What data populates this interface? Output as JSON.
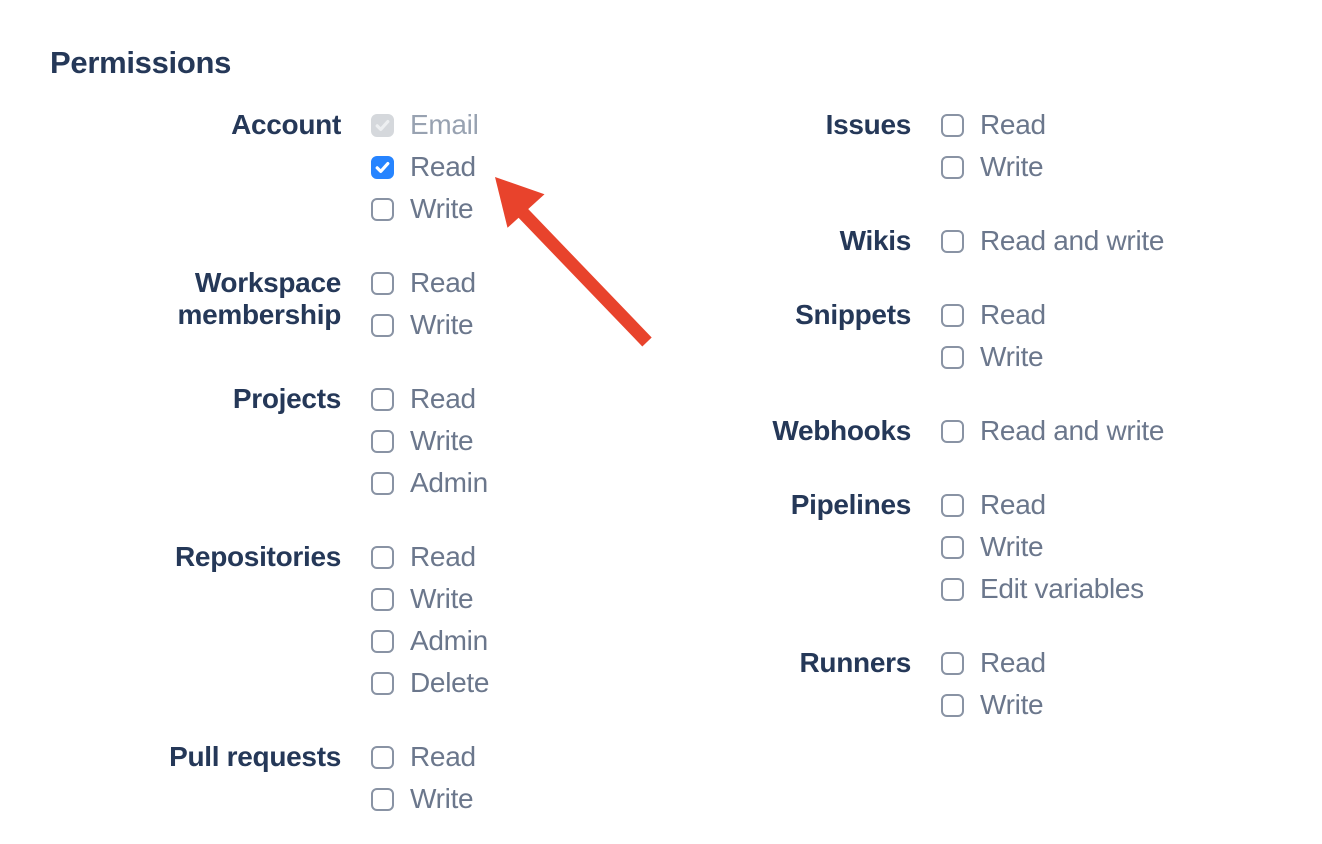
{
  "permissions": {
    "title": "Permissions",
    "columns": [
      {
        "side": "left",
        "groups": [
          {
            "label": "Account",
            "options": [
              {
                "label": "Email",
                "checked": true,
                "disabled": true
              },
              {
                "label": "Read",
                "checked": true,
                "disabled": false
              },
              {
                "label": "Write",
                "checked": false,
                "disabled": false
              }
            ]
          },
          {
            "label": "Workspace membership",
            "options": [
              {
                "label": "Read",
                "checked": false,
                "disabled": false
              },
              {
                "label": "Write",
                "checked": false,
                "disabled": false
              }
            ]
          },
          {
            "label": "Projects",
            "options": [
              {
                "label": "Read",
                "checked": false,
                "disabled": false
              },
              {
                "label": "Write",
                "checked": false,
                "disabled": false
              },
              {
                "label": "Admin",
                "checked": false,
                "disabled": false
              }
            ]
          },
          {
            "label": "Repositories",
            "options": [
              {
                "label": "Read",
                "checked": false,
                "disabled": false
              },
              {
                "label": "Write",
                "checked": false,
                "disabled": false
              },
              {
                "label": "Admin",
                "checked": false,
                "disabled": false
              },
              {
                "label": "Delete",
                "checked": false,
                "disabled": false
              }
            ]
          },
          {
            "label": "Pull requests",
            "options": [
              {
                "label": "Read",
                "checked": false,
                "disabled": false
              },
              {
                "label": "Write",
                "checked": false,
                "disabled": false
              }
            ]
          }
        ]
      },
      {
        "side": "right",
        "groups": [
          {
            "label": "Issues",
            "options": [
              {
                "label": "Read",
                "checked": false,
                "disabled": false
              },
              {
                "label": "Write",
                "checked": false,
                "disabled": false
              }
            ]
          },
          {
            "label": "Wikis",
            "options": [
              {
                "label": "Read and write",
                "checked": false,
                "disabled": false
              }
            ]
          },
          {
            "label": "Snippets",
            "options": [
              {
                "label": "Read",
                "checked": false,
                "disabled": false
              },
              {
                "label": "Write",
                "checked": false,
                "disabled": false
              }
            ]
          },
          {
            "label": "Webhooks",
            "options": [
              {
                "label": "Read and write",
                "checked": false,
                "disabled": false
              }
            ]
          },
          {
            "label": "Pipelines",
            "options": [
              {
                "label": "Read",
                "checked": false,
                "disabled": false
              },
              {
                "label": "Write",
                "checked": false,
                "disabled": false
              },
              {
                "label": "Edit variables",
                "checked": false,
                "disabled": false
              }
            ]
          },
          {
            "label": "Runners",
            "options": [
              {
                "label": "Read",
                "checked": false,
                "disabled": false
              },
              {
                "label": "Write",
                "checked": false,
                "disabled": false
              }
            ]
          }
        ]
      }
    ]
  },
  "annotation": {
    "type": "arrow",
    "points_at": "account-read-checkbox",
    "arrow_color": "#E8432C"
  },
  "colors": {
    "label_color": "#253858",
    "option_label_color": "#6B778C",
    "option_label_disabled_color": "#98A2B1",
    "checkbox_border": "#8993A4",
    "checkbox_checked_bg": "#2684FF",
    "checkbox_disabled_bg": "#D5D8DC",
    "checkbox_disabled_check": "#EDEFF1",
    "check_color": "#FFFFFF"
  }
}
